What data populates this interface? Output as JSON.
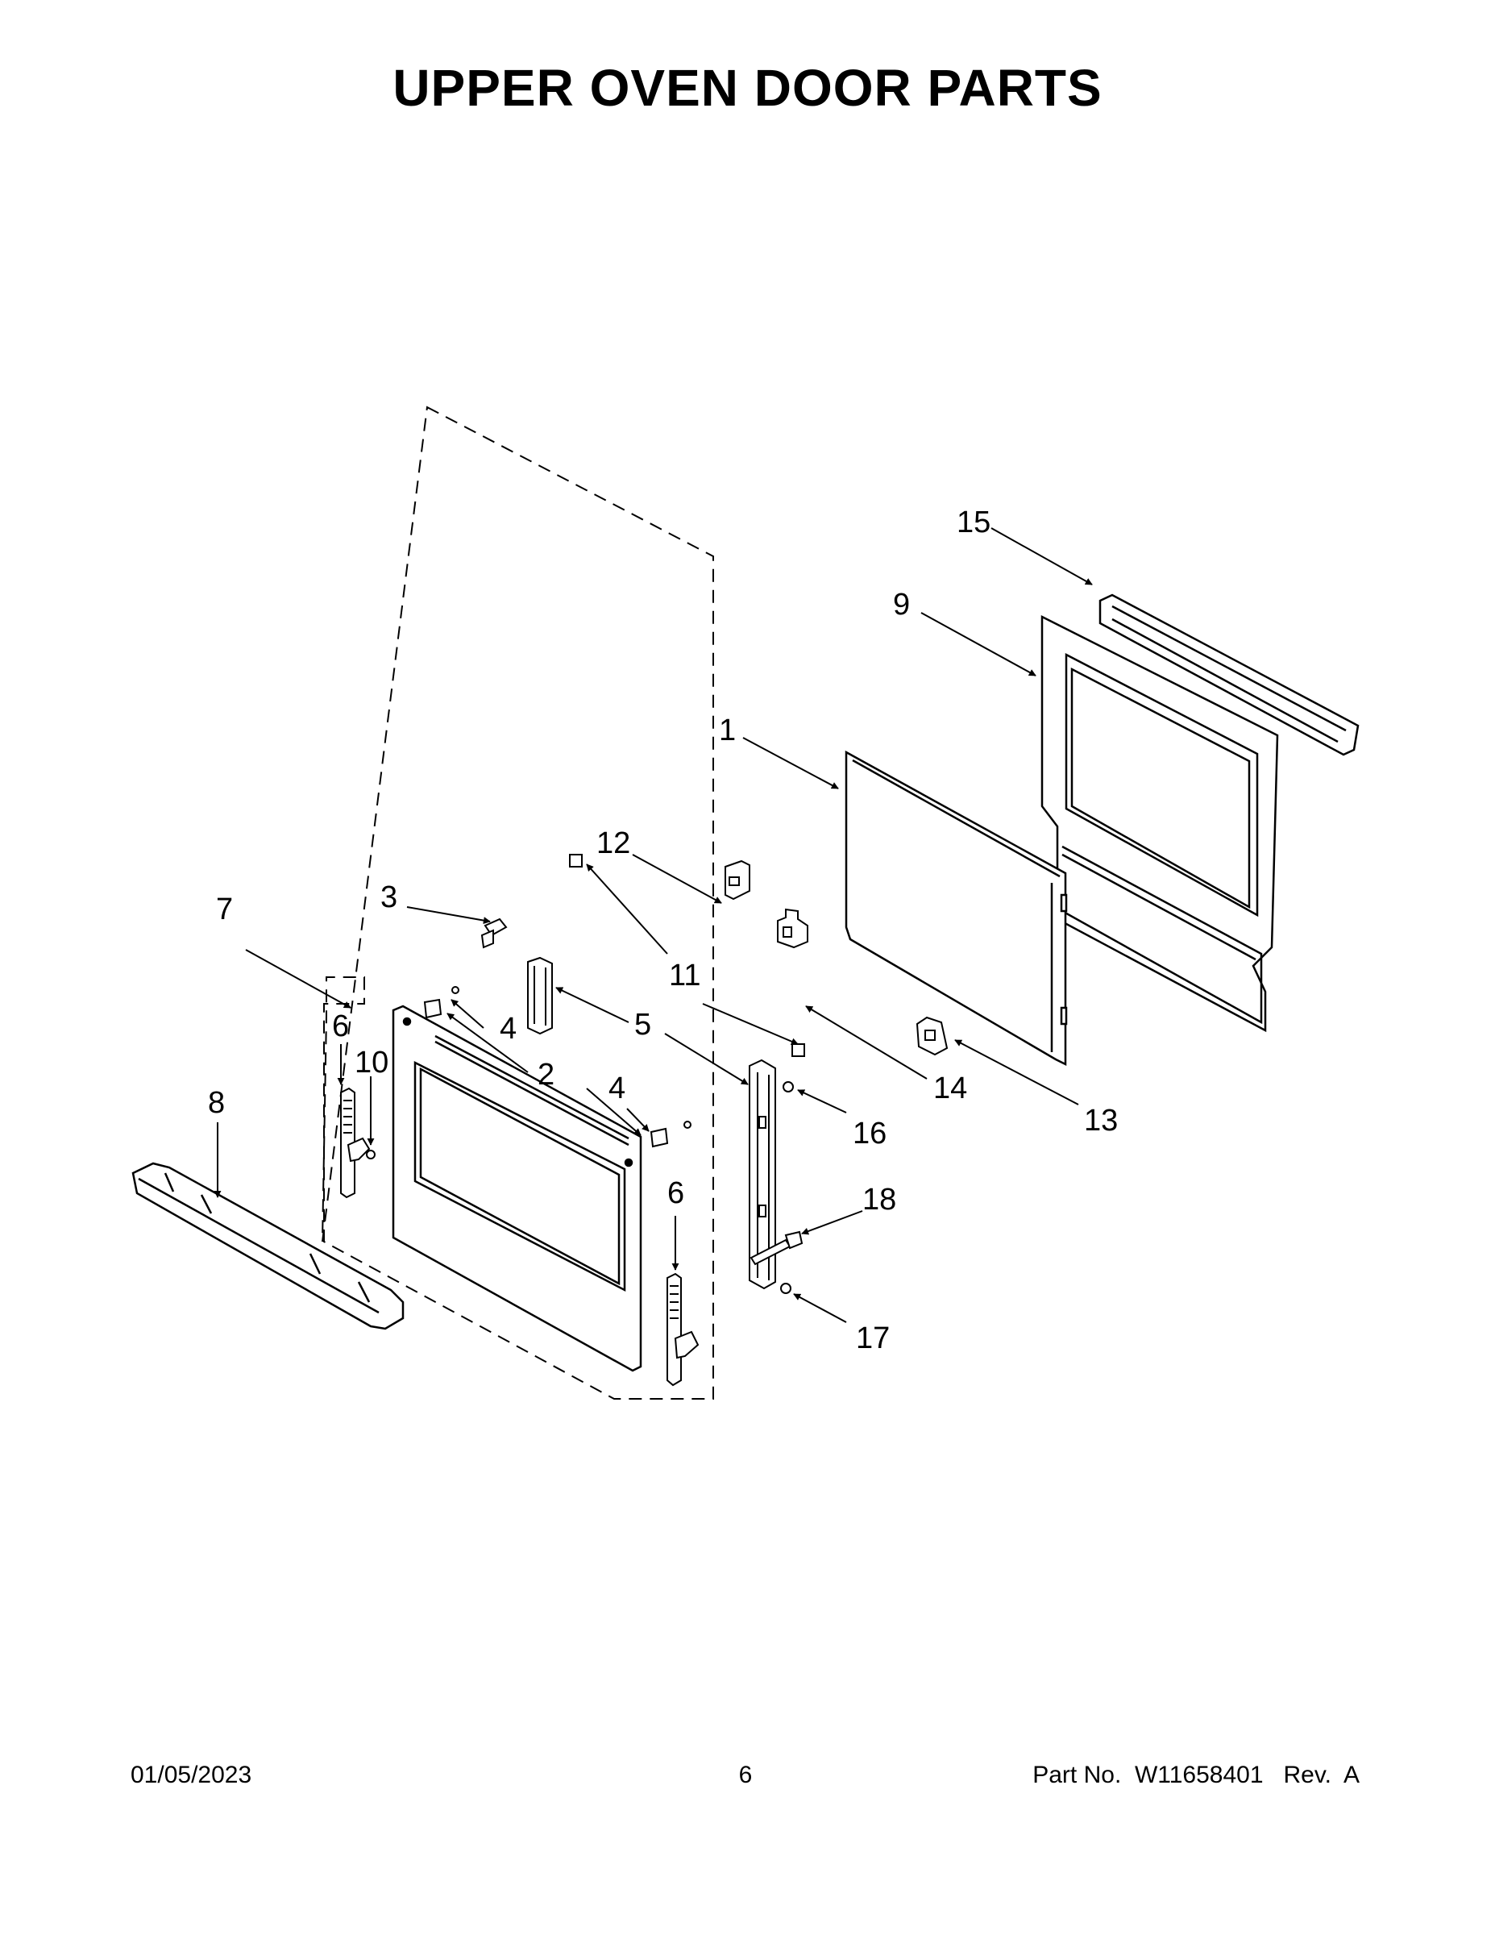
{
  "title": "UPPER OVEN DOOR PARTS",
  "callouts": [
    "15",
    "9",
    "1",
    "12",
    "3",
    "7",
    "11",
    "4",
    "5",
    "6",
    "10",
    "2",
    "4",
    "14",
    "13",
    "8",
    "16",
    "6",
    "18",
    "17"
  ],
  "footer": {
    "date": "01/05/2023",
    "page": "6",
    "part_no": "Part No.  W11658401   Rev.  A"
  }
}
